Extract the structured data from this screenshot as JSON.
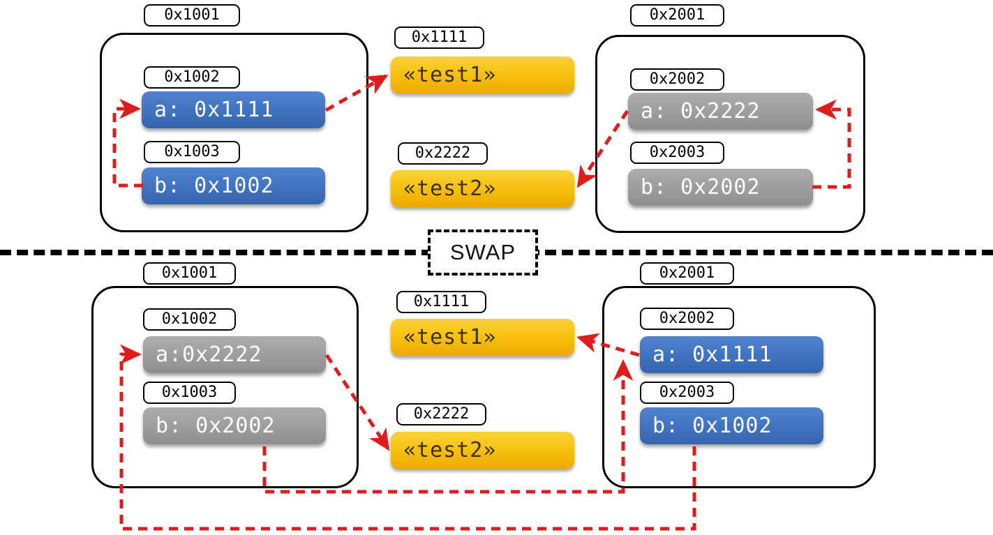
{
  "diagram": {
    "title": "Pointer swap memory layout",
    "divider_label": "SWAP",
    "colors": {
      "pointer_blue": "#4176c4",
      "pointer_gray": "#a0a0a0",
      "string_yellow": "#f7c211",
      "arrow_red": "#e01b1b",
      "outline_black": "#000000"
    }
  },
  "before": {
    "left_frame": {
      "address": "0x1001",
      "slots": [
        {
          "address": "0x1002",
          "value": "a: 0x1111",
          "style": "blue"
        },
        {
          "address": "0x1003",
          "value": "b: 0x1002",
          "style": "blue"
        }
      ]
    },
    "strings": [
      {
        "address": "0x1111",
        "value": "« test1 »",
        "text": "«test1»",
        "style": "yellow"
      },
      {
        "address": "0x2222",
        "value": "«test2»",
        "text": "«test2»",
        "style": "yellow"
      }
    ],
    "right_frame": {
      "address": "0x2001",
      "slots": [
        {
          "address": "0x2002",
          "value": "a: 0x2222",
          "style": "gray"
        },
        {
          "address": "0x2003",
          "value": "b: 0x2002",
          "style": "gray"
        }
      ]
    }
  },
  "after": {
    "left_frame": {
      "address": "0x1001",
      "slots": [
        {
          "address": "0x1002",
          "value": "a:0x2222",
          "style": "gray"
        },
        {
          "address": "0x1003",
          "value": "b: 0x2002",
          "style": "gray"
        }
      ]
    },
    "strings": [
      {
        "address": "0x1111",
        "text": "«test1»",
        "style": "yellow"
      },
      {
        "address": "0x2222",
        "text": "«test2»",
        "style": "yellow"
      }
    ],
    "right_frame": {
      "address": "0x2001",
      "slots": [
        {
          "address": "0x2002",
          "value": "a: 0x1111",
          "style": "blue"
        },
        {
          "address": "0x2003",
          "value": "b: 0x1002",
          "style": "blue"
        }
      ]
    }
  },
  "labels": {
    "t_l_frame_addr": "0x1001",
    "t_l_a_addr": "0x1002",
    "t_l_a_val": "a: 0x1111",
    "t_l_b_addr": "0x1003",
    "t_l_b_val": "b: 0x1002",
    "t_s1_addr": "0x1111",
    "t_s1_val": "«test1»",
    "t_s2_addr": "0x2222",
    "t_s2_val": "«test2»",
    "t_r_frame_addr": "0x2001",
    "t_r_a_addr": "0x2002",
    "t_r_a_val": "a: 0x2222",
    "t_r_b_addr": "0x2003",
    "t_r_b_val": "b: 0x2002",
    "swap": "SWAP",
    "b_l_frame_addr": "0x1001",
    "b_l_a_addr": "0x1002",
    "b_l_a_val": "a:0x2222",
    "b_l_b_addr": "0x1003",
    "b_l_b_val": "b: 0x2002",
    "b_s1_addr": "0x1111",
    "b_s1_val": "«test1»",
    "b_s2_addr": "0x2222",
    "b_s2_val": "«test2»",
    "b_r_frame_addr": "0x2001",
    "b_r_a_addr": "0x2002",
    "b_r_a_val": "a: 0x1111",
    "b_r_b_addr": "0x2003",
    "b_r_b_val": "b: 0x1002"
  }
}
